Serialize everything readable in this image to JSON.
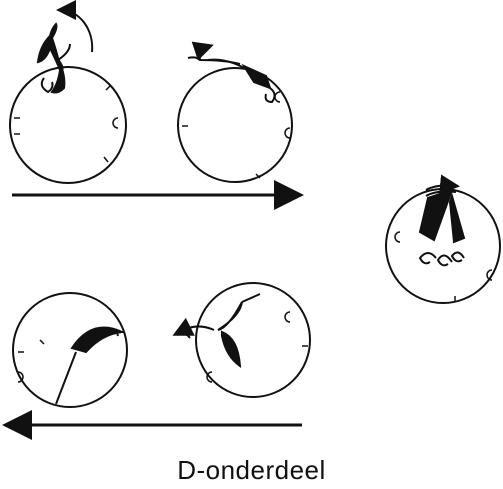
{
  "caption": "D-onderdeel",
  "colors": {
    "ink": "#111111",
    "background": "#ffffff"
  },
  "figures": [
    {
      "name": "figure-top-left",
      "rotation_deg": 0
    },
    {
      "name": "figure-top-right",
      "rotation_deg": 70
    },
    {
      "name": "figure-right-middle",
      "rotation_deg": 160
    },
    {
      "name": "figure-bottom-right",
      "rotation_deg": 215
    },
    {
      "name": "figure-bottom-left",
      "rotation_deg": 300
    }
  ],
  "arrows": [
    {
      "name": "arrow-right",
      "direction": "right"
    },
    {
      "name": "arrow-left",
      "direction": "left"
    }
  ]
}
